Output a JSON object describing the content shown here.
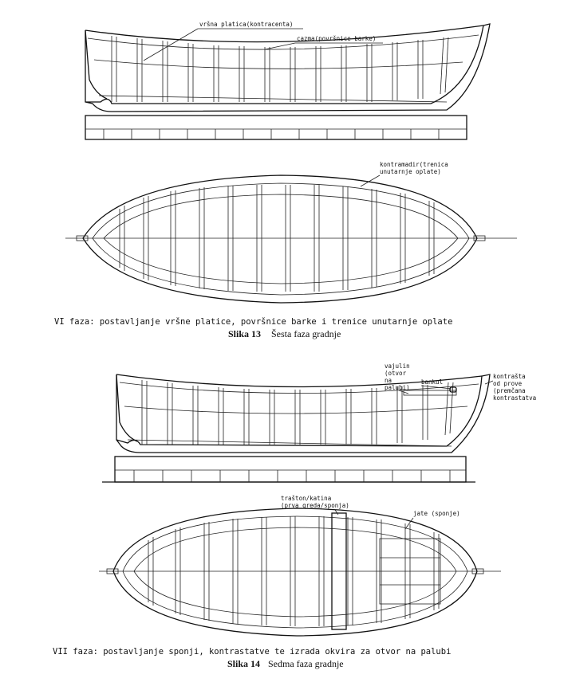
{
  "figure13": {
    "side_view_labels": {
      "top_plank": "vršna platica(kontracenta)",
      "gunwale": "cazma(površnice barke)"
    },
    "plan_view_labels": {
      "inner_stringer_1": "kontramadir(trenica",
      "inner_stringer_2": "unutarnje oplate)"
    },
    "phase_caption": "VI faza: postavljanje vršne platice, površnice barke i trenice unutarnje oplate",
    "caption_number": "Slika 13",
    "caption_text": "Šesta faza gradnje"
  },
  "figure14": {
    "side_view_labels": {
      "hatch_1": "vajulin",
      "hatch_2": "(otvor",
      "hatch_3": "na",
      "hatch_4": "palubi)",
      "bitt": "bankul",
      "stem_1": "kontrašta",
      "stem_2": "od prove",
      "stem_3": "(premčana",
      "stem_4": "kontrastatva"
    },
    "plan_view_labels": {
      "thwart_1": "trašton/katina",
      "thwart_2": "(prva greda/sponja)",
      "beams": "jate (sponje)"
    },
    "phase_caption": "VII faza: postavljanje sponji, kontrastatve te izrada okvira za otvor na palubi",
    "caption_number": "Slika 14",
    "caption_text": "Sedma faza gradnje"
  }
}
